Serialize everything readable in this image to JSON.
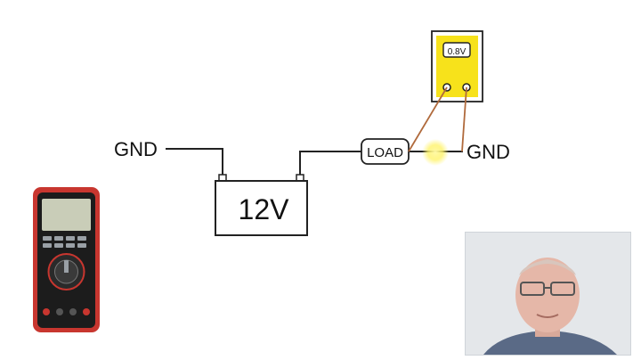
{
  "diagram": {
    "gnd_left_label": "GND",
    "gnd_right_label": "GND",
    "battery_label": "12V",
    "load_label": "LOAD",
    "meter_reading": "0.8V"
  },
  "colors": {
    "wire": "#222222",
    "probe_lead": "#b06a3c",
    "meter_face": "#f7e21b",
    "highlight": "#fff36a",
    "multimeter_body": "#c8362f",
    "multimeter_inner": "#1c1c1c"
  },
  "icons": {
    "multimeter": "multimeter-photo",
    "webcam": "presenter-webcam",
    "cursor": "laser-pointer-highlight"
  }
}
